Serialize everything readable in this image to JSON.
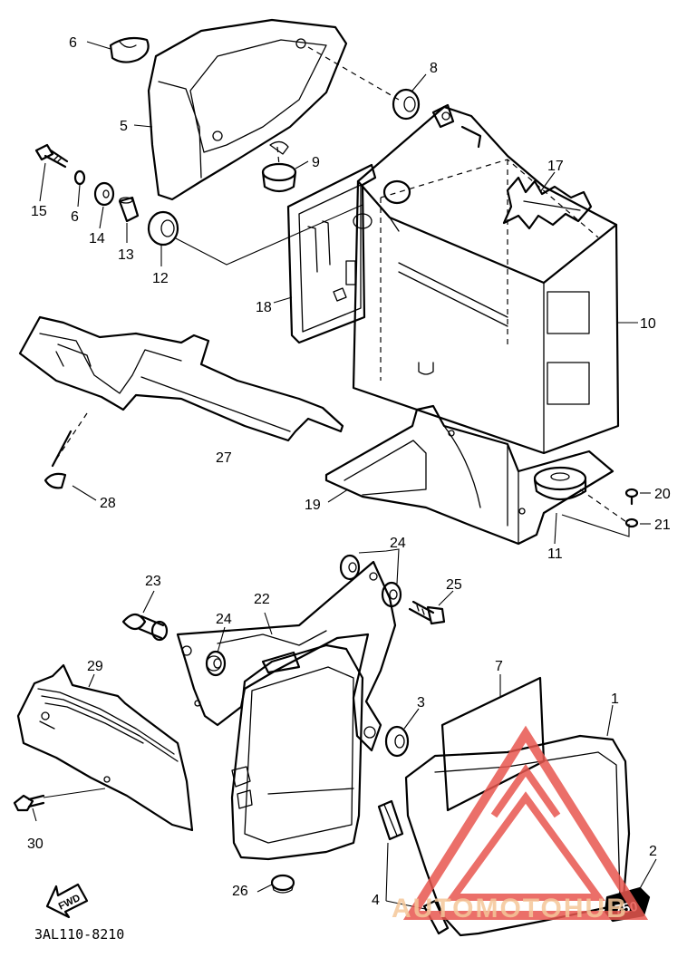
{
  "diagram": {
    "callouts": [
      {
        "id": "c6a",
        "text": "6"
      },
      {
        "id": "c5",
        "text": "5"
      },
      {
        "id": "c8",
        "text": "8"
      },
      {
        "id": "c9",
        "text": "9"
      },
      {
        "id": "c17",
        "text": "17"
      },
      {
        "id": "c15",
        "text": "15"
      },
      {
        "id": "c6b",
        "text": "6"
      },
      {
        "id": "c14",
        "text": "14"
      },
      {
        "id": "c13",
        "text": "13"
      },
      {
        "id": "c12",
        "text": "12"
      },
      {
        "id": "c18",
        "text": "18"
      },
      {
        "id": "c10",
        "text": "10"
      },
      {
        "id": "c27",
        "text": "27"
      },
      {
        "id": "c28",
        "text": "28"
      },
      {
        "id": "c19",
        "text": "19"
      },
      {
        "id": "c20",
        "text": "20"
      },
      {
        "id": "c21",
        "text": "21"
      },
      {
        "id": "c11",
        "text": "11"
      },
      {
        "id": "c24a",
        "text": "24"
      },
      {
        "id": "c23",
        "text": "23"
      },
      {
        "id": "c22",
        "text": "22"
      },
      {
        "id": "c25",
        "text": "25"
      },
      {
        "id": "c24b",
        "text": "24"
      },
      {
        "id": "c29",
        "text": "29"
      },
      {
        "id": "c7",
        "text": "7"
      },
      {
        "id": "c1",
        "text": "1"
      },
      {
        "id": "c3",
        "text": "3"
      },
      {
        "id": "c30",
        "text": "30"
      },
      {
        "id": "c2",
        "text": "2"
      },
      {
        "id": "c26",
        "text": "26"
      },
      {
        "id": "c4",
        "text": "4"
      }
    ],
    "fwd_label": "FWD",
    "diagram_code": "3AL110-8210",
    "emblem_text": "750"
  },
  "watermark": {
    "text": "AUTOMOTOHUB",
    "color": "#f4b27a",
    "logo_color": "#e8574f"
  }
}
